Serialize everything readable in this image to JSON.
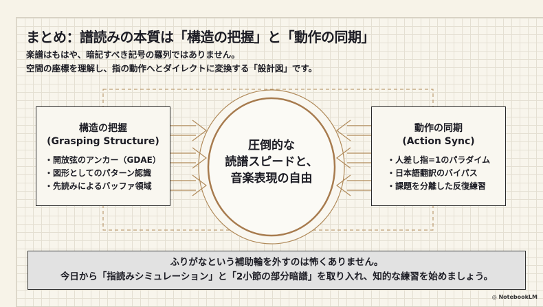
{
  "title": "まとめ：譜読みの本質は「構造の把握」と「動作の同期」",
  "subtitle_lines": [
    "楽譜はもはや、暗記すべき記号の羅列ではありません。",
    "空間の座標を理解し、指の動作へとダイレクトに変換する「設計図」です。"
  ],
  "left_box": {
    "heading": "構造の把握",
    "heading_en": "(Grasping Structure)",
    "items": [
      "・開放弦のアンカー（GDAE）",
      "・図形としてのパターン認識",
      "・先読みによるバッファ領域"
    ]
  },
  "right_box": {
    "heading": "動作の同期",
    "heading_en": "(Action Sync)",
    "items": [
      "・人差し指=1のパラダイム",
      "・日本語翻訳のバイパス",
      "・課題を分離した反復練習"
    ]
  },
  "center": [
    "圧倒的な",
    "読譜スピードと、",
    "音楽表現の自由"
  ],
  "bottom": [
    "ふりがなという補助輪を外すのは怖くありません。",
    "今日から「指読みシミュレーション」と「2小節の部分暗譜」を取り入れ、知的な練習を始めましょう。"
  ],
  "logo": "NotebookLM",
  "colors": {
    "accent": "#b08a5a",
    "text": "#1c1c24"
  }
}
